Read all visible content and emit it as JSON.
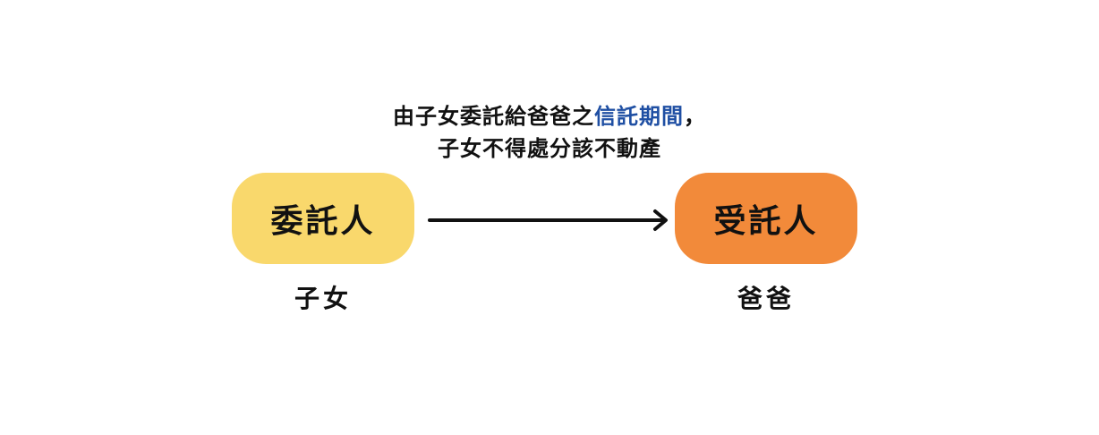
{
  "caption": {
    "line1_prefix": "由子女委託給爸爸之",
    "line1_highlight": "信託期間",
    "line1_suffix": "，",
    "line2": "子女不得處分該不動產"
  },
  "nodes": {
    "left": {
      "label": "委託人",
      "sublabel": "子女",
      "color": "#f9d86c"
    },
    "right": {
      "label": "受託人",
      "sublabel": "爸爸",
      "color": "#f28a3a"
    }
  },
  "colors": {
    "highlight": "#1f4fa3",
    "arrow": "#111111"
  }
}
